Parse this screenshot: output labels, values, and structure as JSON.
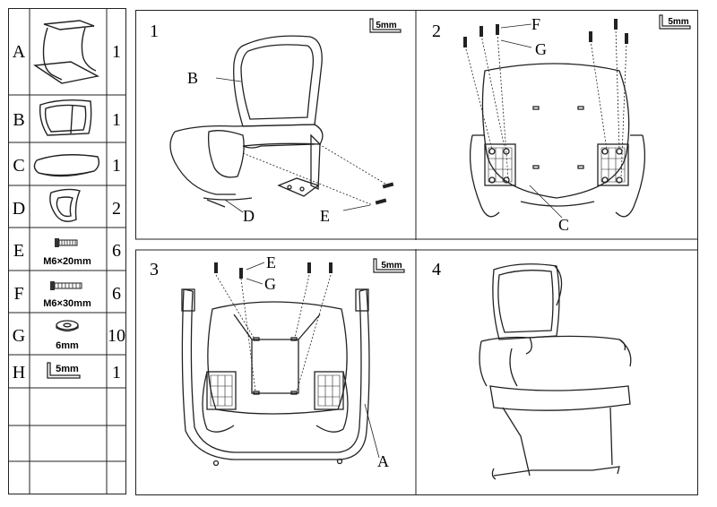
{
  "parts": [
    {
      "letter": "A",
      "qty": "1",
      "icon": "sled-base-icon",
      "caption": ""
    },
    {
      "letter": "B",
      "qty": "1",
      "icon": "mesh-backrest-icon",
      "caption": ""
    },
    {
      "letter": "C",
      "qty": "1",
      "icon": "seat-cushion-icon",
      "caption": ""
    },
    {
      "letter": "D",
      "qty": "2",
      "icon": "armrest-icon",
      "caption": ""
    },
    {
      "letter": "E",
      "qty": "6",
      "icon": "bolt-short-icon",
      "caption": "M6×20mm"
    },
    {
      "letter": "F",
      "qty": "6",
      "icon": "bolt-long-icon",
      "caption": "M6×30mm"
    },
    {
      "letter": "G",
      "qty": "10",
      "icon": "washer-icon",
      "caption": "6mm"
    },
    {
      "letter": "H",
      "qty": "1",
      "icon": "allen-key-icon",
      "caption": "5mm"
    }
  ],
  "steps": [
    {
      "number": "1",
      "tool": "5mm",
      "labels": {
        "b": "B",
        "d": "D",
        "e": "E"
      }
    },
    {
      "number": "2",
      "tool": "5mm",
      "labels": {
        "f": "F",
        "g": "G",
        "c": "C"
      }
    },
    {
      "number": "3",
      "tool": "5mm",
      "labels": {
        "e": "E",
        "g": "G",
        "a": "A"
      }
    },
    {
      "number": "4"
    }
  ]
}
